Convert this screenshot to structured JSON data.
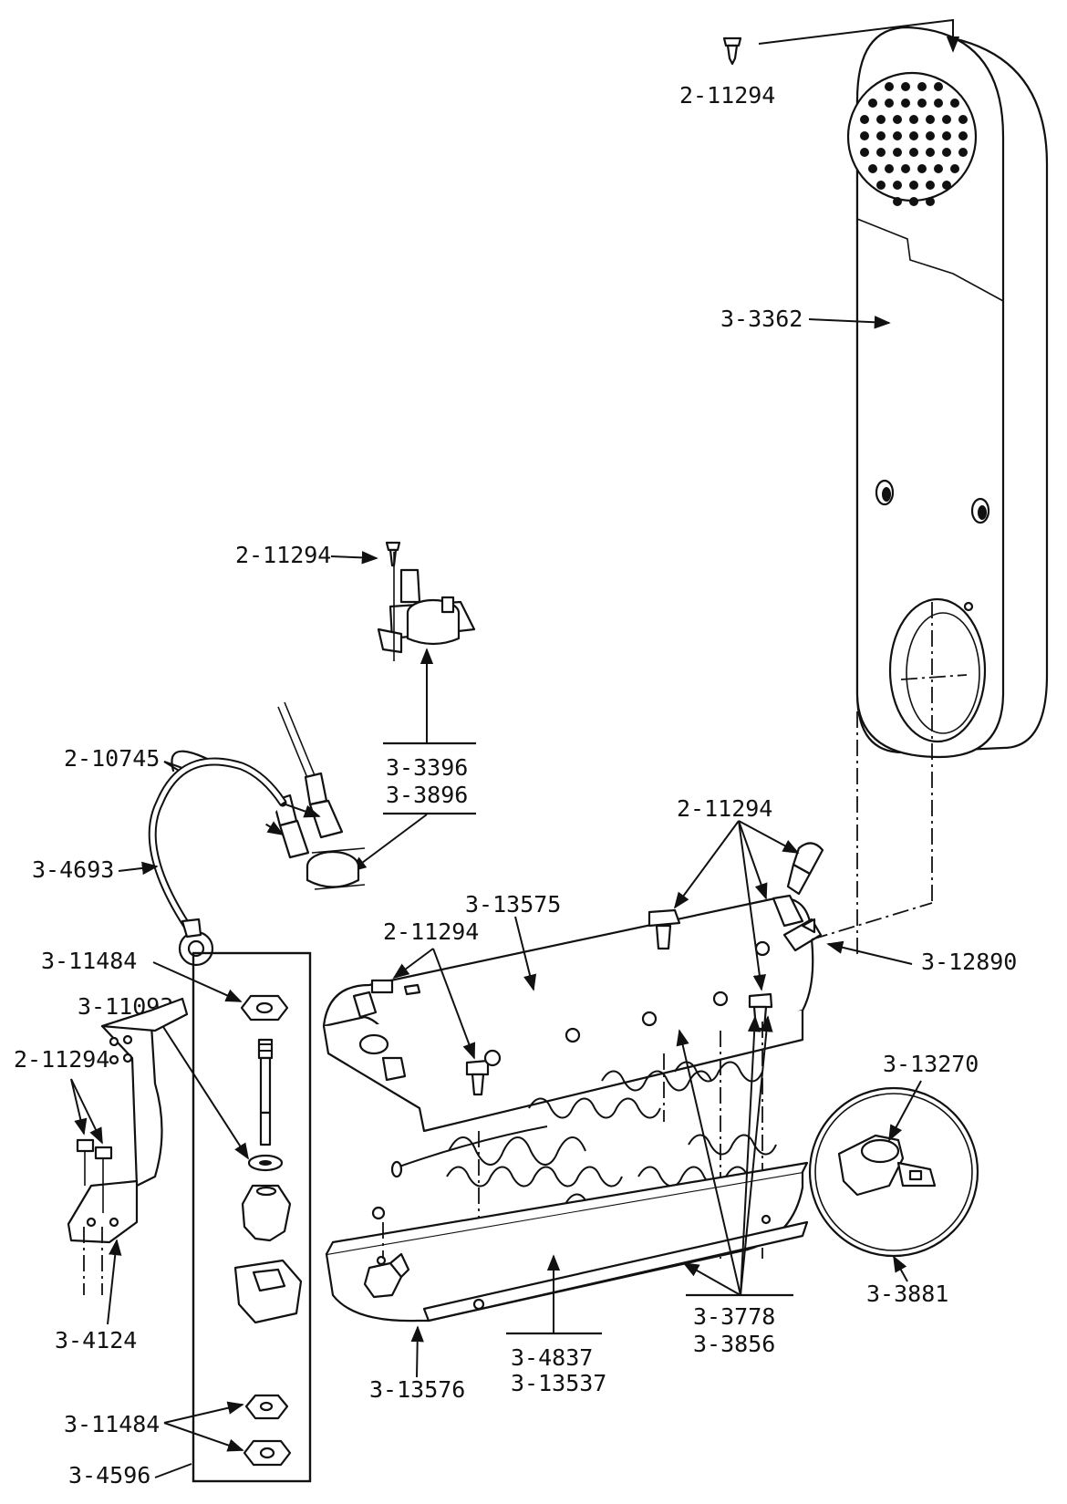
{
  "parts": {
    "screw_top": "2-11294",
    "duct_cover": "3-3362",
    "screw_thermostat": "2-11294",
    "thermostat_a": "3-3396",
    "thermostat_b": "3-3896",
    "wire_connector": "2-10745",
    "ground_wire": "3-4693",
    "screw_housing_group": "2-11294",
    "housing_top": "3-13575",
    "screw_housing_left": "2-11294",
    "bracket_terminal": "3-12890",
    "nut_upper": "3-11484",
    "washer": "3-11093",
    "screw_bracket": "2-11294",
    "bracket_clamp": "3-4124",
    "nut_lower": "3-11484",
    "terminal_kit": "3-4596",
    "hi_limit": "3-13270",
    "hi_limit_kit": "3-3881",
    "element_a": "3-4837",
    "element_b": "3-13537",
    "insulator_a": "3-3778",
    "insulator_b": "3-3856",
    "housing_bottom": "3-13576"
  }
}
